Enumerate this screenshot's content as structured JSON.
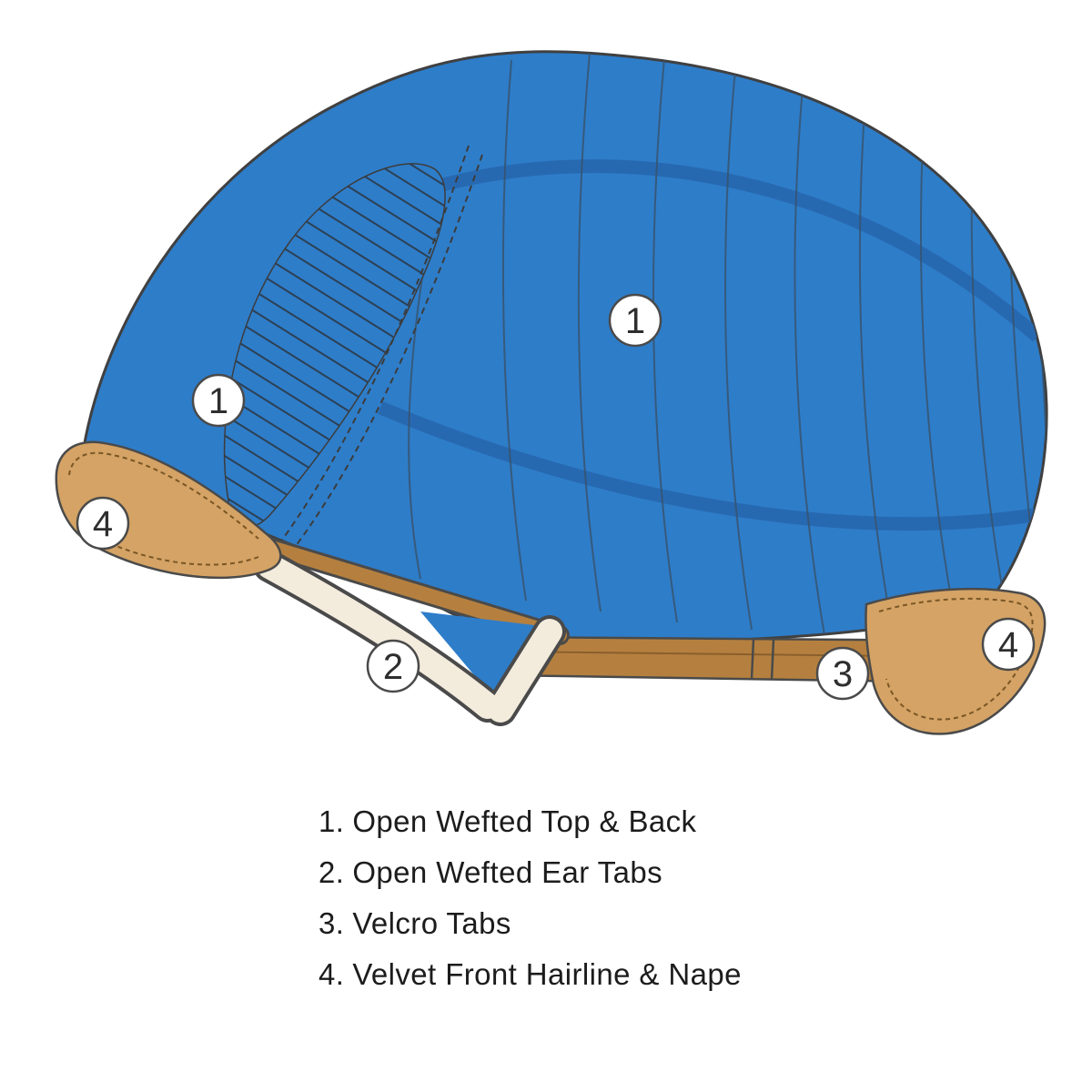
{
  "diagram": {
    "subject": "wig-cap-construction-side-view"
  },
  "colors": {
    "background": "#FFFFFF",
    "cap_blue": "#2E7DC9",
    "band_blue": "#2767AE",
    "hatch_line": "#2C4054",
    "velvet_tan": "#D4A365",
    "strap_brown": "#B5803F",
    "ear_tab_cream": "#F3EBDC",
    "callout_fill": "#FFFFFF",
    "callout_text": "#2E2E2E"
  },
  "callouts": [
    {
      "id": "callout-1-top",
      "num": "1"
    },
    {
      "id": "callout-1-front",
      "num": "1"
    },
    {
      "id": "callout-2",
      "num": "2"
    },
    {
      "id": "callout-3",
      "num": "3"
    },
    {
      "id": "callout-4-front",
      "num": "4"
    },
    {
      "id": "callout-4-nape",
      "num": "4"
    }
  ],
  "legend": {
    "items": [
      {
        "num": "1.",
        "label": "Open Wefted Top & Back"
      },
      {
        "num": "2.",
        "label": "Open Wefted Ear Tabs"
      },
      {
        "num": "3.",
        "label": "Velcro Tabs"
      },
      {
        "num": "4.",
        "label": "Velvet Front Hairline & Nape"
      }
    ]
  }
}
